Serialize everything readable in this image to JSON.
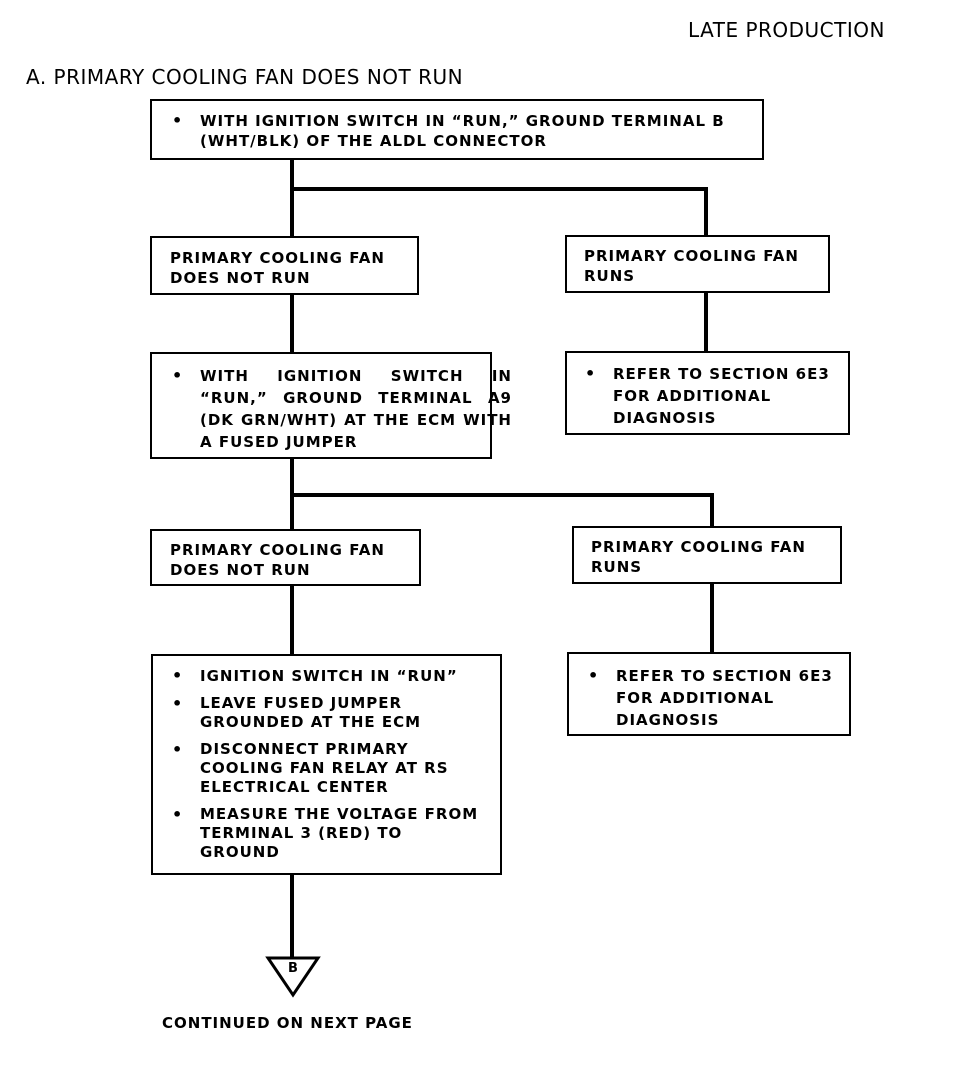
{
  "header": {
    "production": "LATE PRODUCTION",
    "title": "A. PRIMARY COOLING FAN DOES NOT RUN"
  },
  "steps": {
    "step1": "WITH IGNITION SWITCH IN “RUN,” GROUND TERMINAL B (WHT/BLK) OF THE ALDL CONNECTOR",
    "result1_left": "PRIMARY COOLING FAN DOES NOT RUN",
    "result1_right": "PRIMARY COOLING FAN RUNS",
    "refer1": "REFER TO SECTION 6E3 FOR ADDITIONAL DIAGNOSIS",
    "step2": "WITH IGNITION SWITCH IN “RUN,” GROUND TERMINAL A9 (DK GRN/WHT) AT THE ECM WITH A FUSED JUMPER",
    "result2_left": "PRIMARY COOLING FAN DOES NOT RUN",
    "result2_right": "PRIMARY COOLING FAN RUNS",
    "refer2": "REFER TO SECTION 6E3 FOR ADDITIONAL DIAGNOSIS",
    "step3_items": [
      "IGNITION SWITCH IN “RUN”",
      "LEAVE FUSED JUMPER GROUNDED AT THE ECM",
      "DISCONNECT PRIMARY COOLING FAN RELAY AT RS ELECTRICAL CENTER",
      "MEASURE THE VOLTAGE FROM TERMINAL 3 (RED) TO GROUND"
    ]
  },
  "connector": {
    "label": "B",
    "continued": "CONTINUED ON NEXT PAGE"
  }
}
